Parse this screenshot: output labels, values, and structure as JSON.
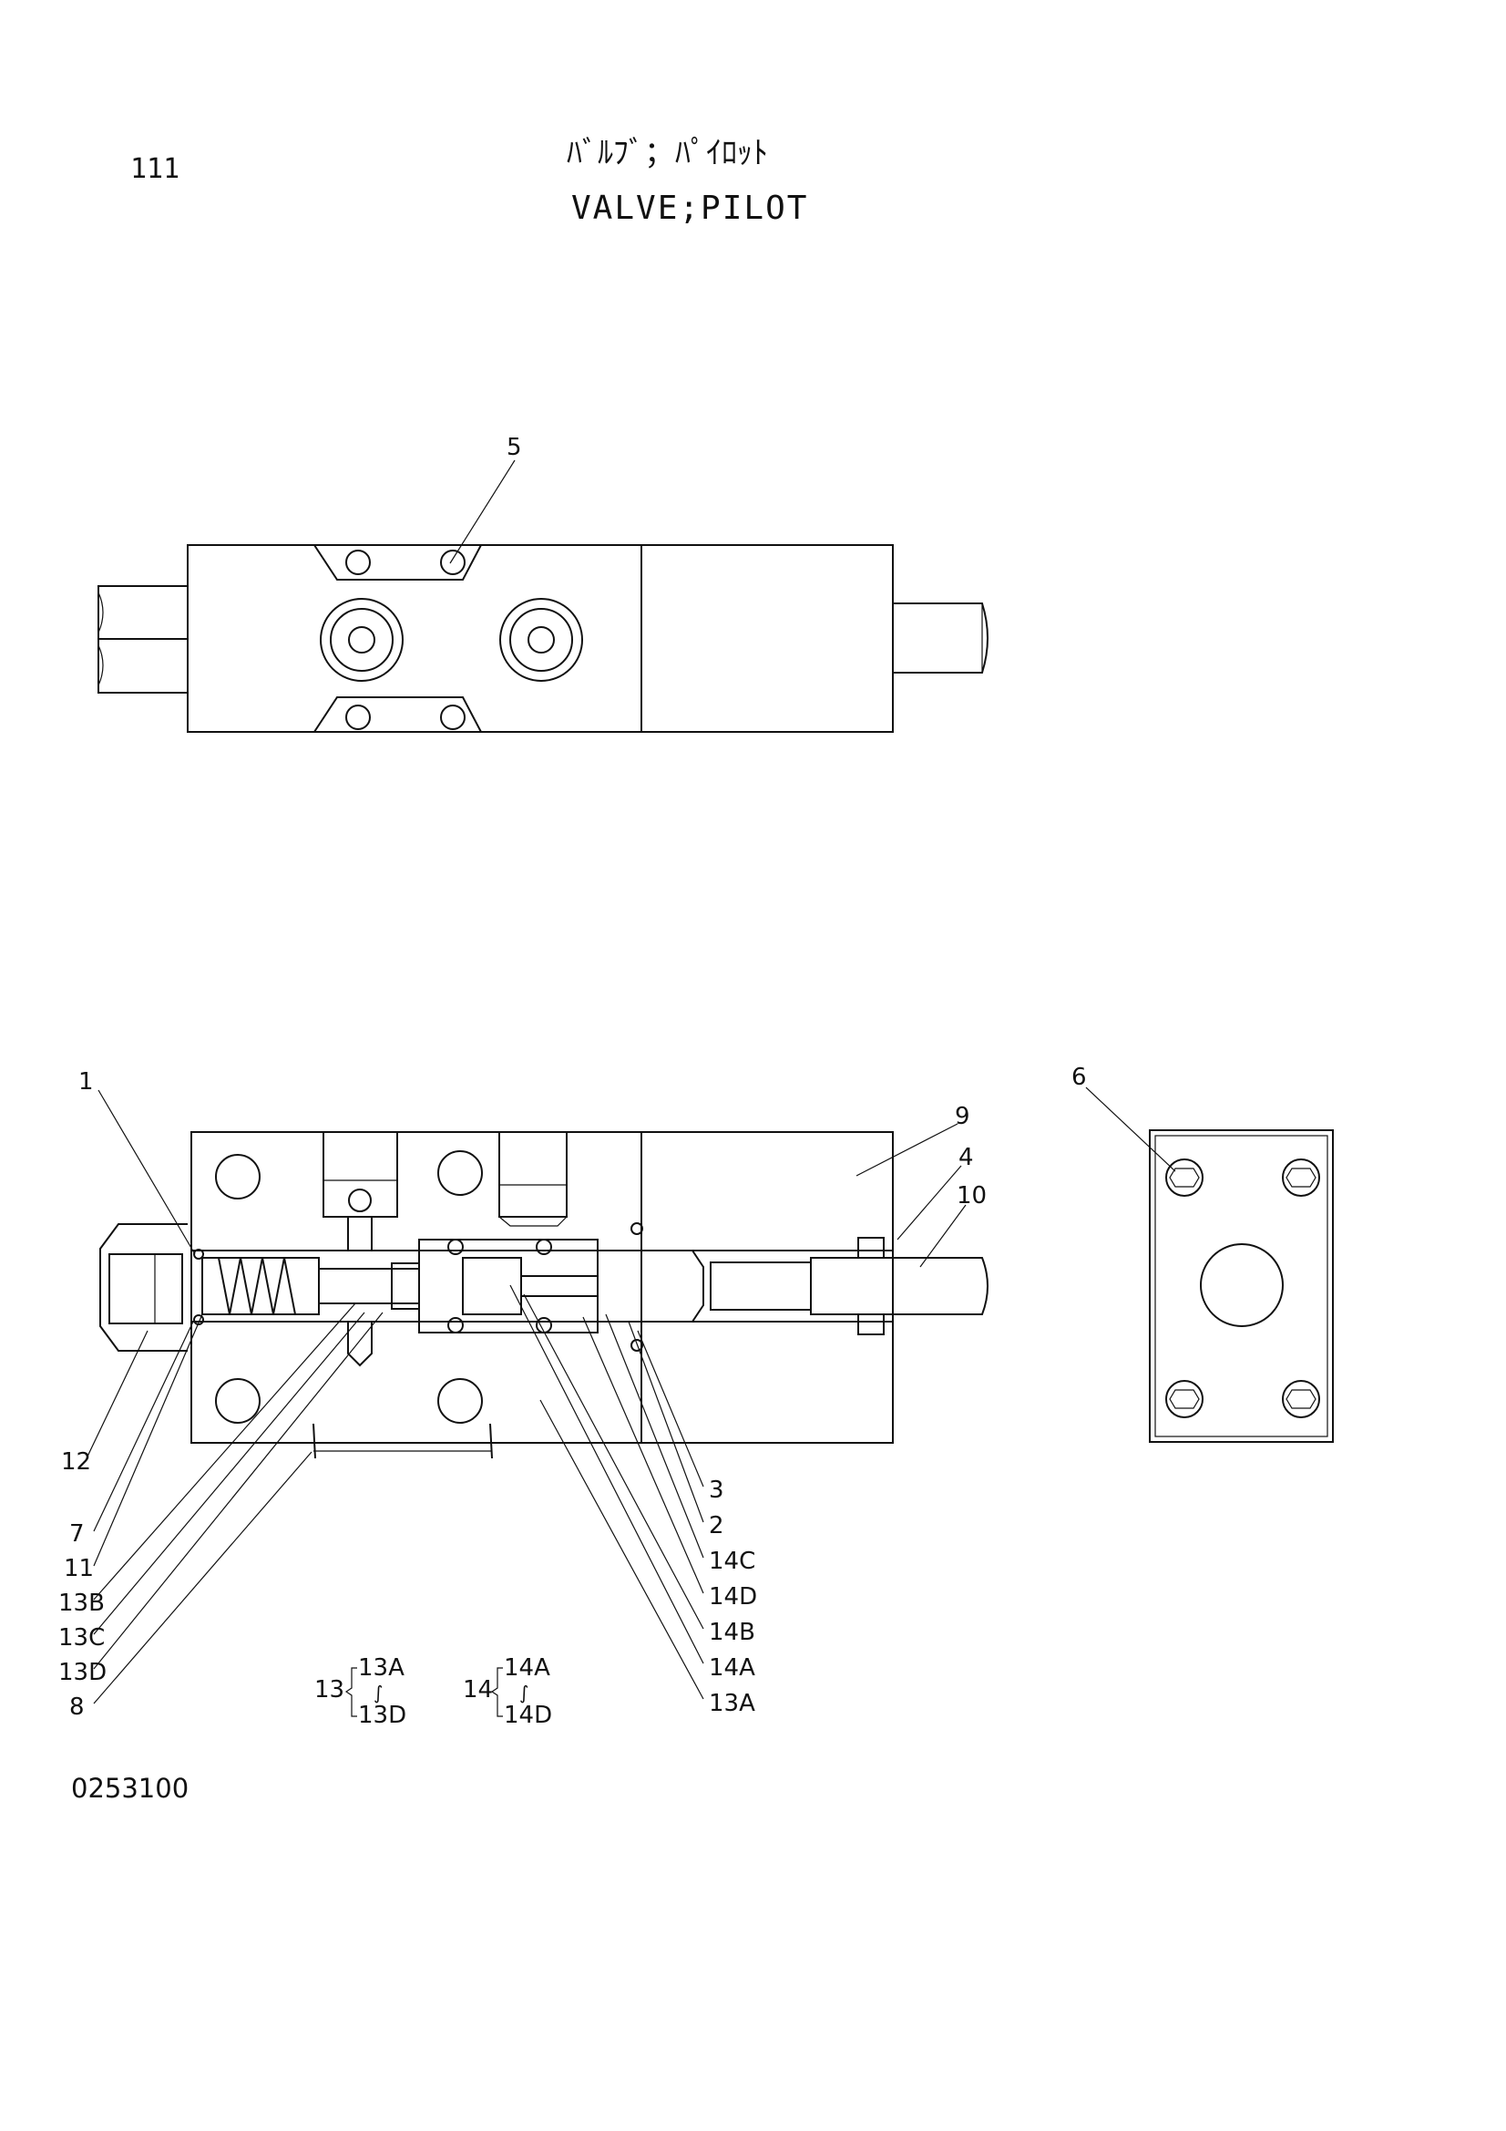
{
  "header": {
    "page_number": "111",
    "title_jp": "ﾊﾞﾙﾌﾞ；ﾊﾟｲﾛｯﾄ",
    "title_en": "VALVE;PILOT"
  },
  "footer": {
    "drawing_number": "0253100"
  },
  "diagram": {
    "callouts": [
      "1",
      "2",
      "3",
      "4",
      "5",
      "6",
      "7",
      "8",
      "9",
      "10",
      "11",
      "12",
      "13A",
      "13B",
      "13C",
      "13D",
      "14A",
      "14B",
      "14C",
      "14D"
    ],
    "legend": [
      {
        "group": "13",
        "from": "13A",
        "sep": "∫",
        "to": "13D"
      },
      {
        "group": "14",
        "from": "14A",
        "sep": "∫",
        "to": "14D"
      }
    ]
  }
}
